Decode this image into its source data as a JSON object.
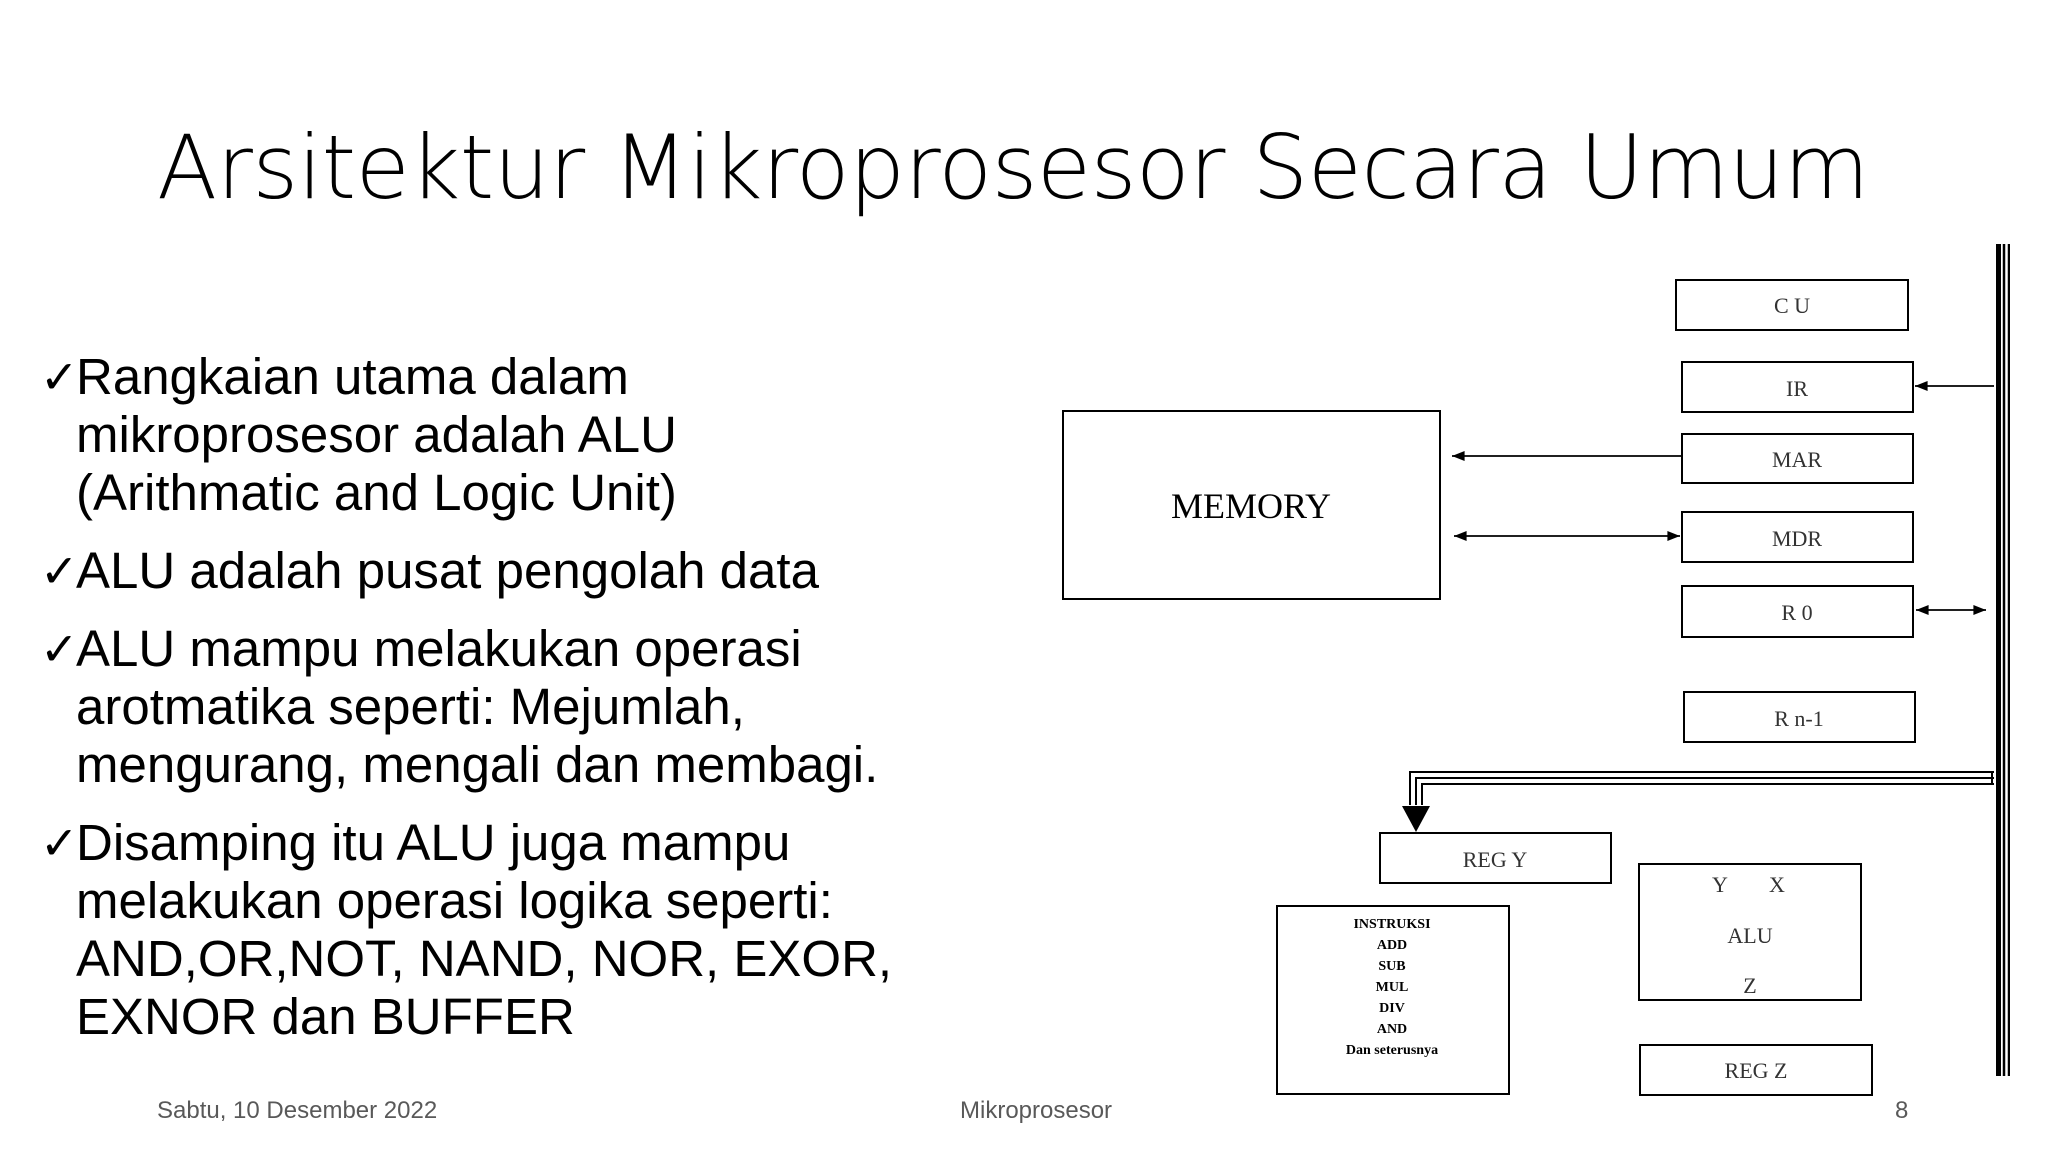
{
  "title": "Arsitektur Mikroprosesor Secara Umum",
  "bullets": [
    {
      "mark": "✓",
      "text": " Rangkaian utama dalam mikroprosesor  adalah ALU (Arithmatic and Logic Unit)"
    },
    {
      "mark": "✓",
      "text": "ALU adalah pusat pengolah data"
    },
    {
      "mark": "✓",
      "text": "ALU mampu melakukan operasi arotmatika seperti: Mejumlah, mengurang, mengali dan membagi."
    },
    {
      "mark": "✓",
      "text": "Disamping itu ALU juga mampu melakukan operasi logika seperti: AND,OR,NOT, NAND, NOR, EXOR, EXNOR dan BUFFER"
    }
  ],
  "diagram": {
    "memory": "MEMORY",
    "cu": "C U",
    "ir": "IR",
    "mar": "MAR",
    "mdr": "MDR",
    "r0": "R 0",
    "rn1": "R n-1",
    "reg_y": "REG  Y",
    "alu": {
      "y": "Y",
      "x": "X",
      "label": "ALU",
      "z": "Z"
    },
    "reg_z": "REG  Z",
    "instruksi": [
      "INSTRUKSI",
      "ADD",
      "SUB",
      "MUL",
      "DIV",
      "AND",
      "Dan seterusnya"
    ]
  },
  "footer": {
    "date": "Sabtu, 10 Desember 2022",
    "center": "Mikroprosesor",
    "page": "8"
  }
}
